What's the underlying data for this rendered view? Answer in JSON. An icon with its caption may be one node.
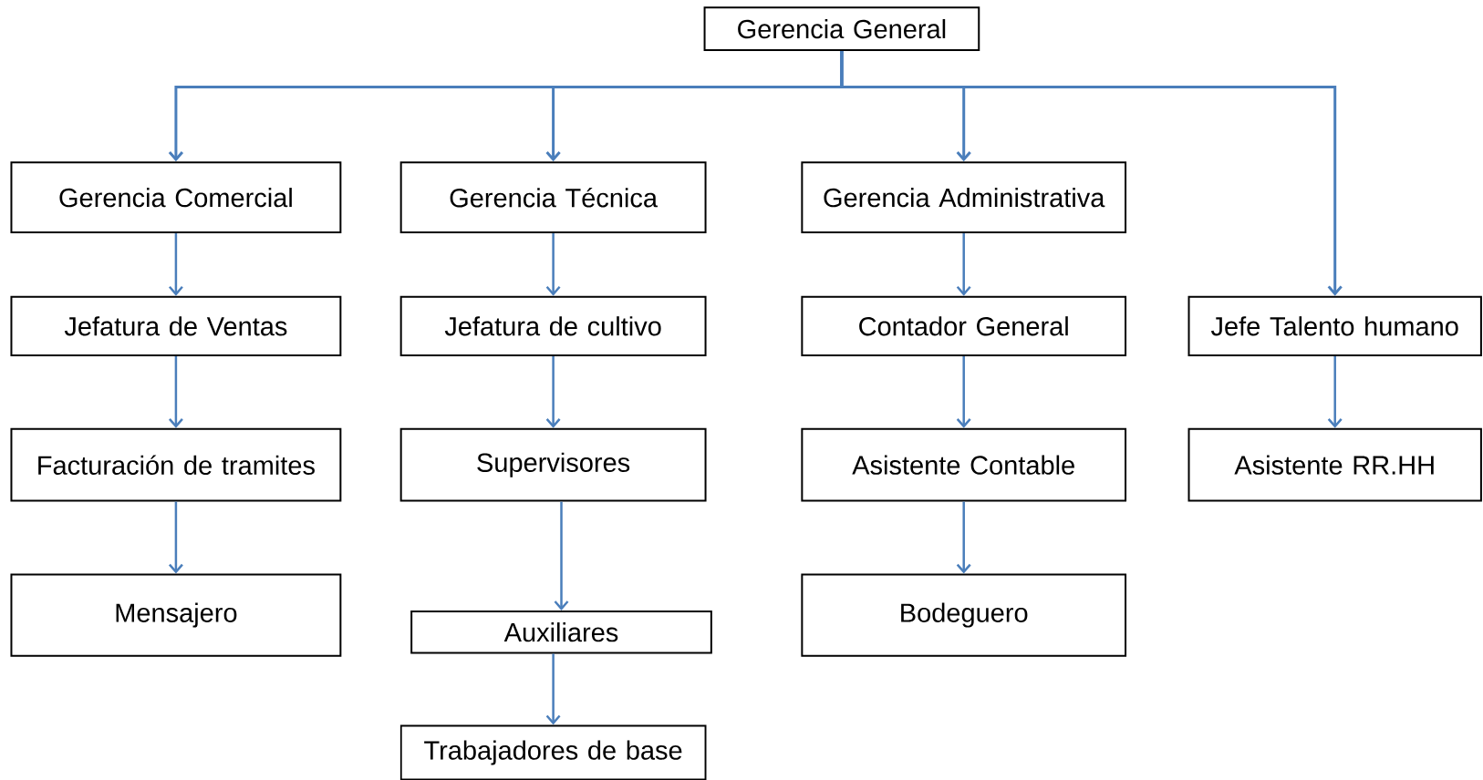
{
  "diagram": {
    "nodes": [
      {
        "text": [
          "Gerencia General"
        ]
      },
      {
        "text": [
          "Gerencia Comercial"
        ]
      },
      {
        "text": [
          "Gerencia Técnica"
        ]
      },
      {
        "text": [
          "Gerencia Administrativa"
        ]
      },
      {
        "text": [
          "Jefatura de Ventas"
        ]
      },
      {
        "text": [
          "Jefatura de cultivo"
        ]
      },
      {
        "text": [
          "Contador General"
        ]
      },
      {
        "text": [
          "Jefe Talento humano"
        ]
      },
      {
        "text": [
          "Facturación de tramites"
        ]
      },
      {
        "text": [
          "Supervisores"
        ]
      },
      {
        "text": [
          "Asistente Contable"
        ]
      },
      {
        "text": [
          "Asistente RR.HH"
        ]
      },
      {
        "text": [
          "Mensajero"
        ]
      },
      {
        "text": [
          "Auxiliares"
        ]
      },
      {
        "text": [
          "Bodeguero"
        ]
      },
      {
        "text": [
          "Trabajadores de base"
        ]
      }
    ],
    "edges": [
      {
        "from": 0,
        "to": 1,
        "arrow": "to"
      },
      {
        "from": 0,
        "to": 2,
        "arrow": "to"
      },
      {
        "from": 0,
        "to": 3,
        "arrow": "to"
      },
      {
        "from": 0,
        "to": 7,
        "arrow": "to"
      },
      {
        "from": 1,
        "to": 4,
        "arrow": "to"
      },
      {
        "from": 4,
        "to": 8,
        "arrow": "to"
      },
      {
        "from": 8,
        "to": 12,
        "arrow": "to"
      },
      {
        "from": 2,
        "to": 5,
        "arrow": "to"
      },
      {
        "from": 5,
        "to": 9,
        "arrow": "to"
      },
      {
        "from": 9,
        "to": 13,
        "arrow": "to"
      },
      {
        "from": 13,
        "to": 15,
        "arrow": "to"
      },
      {
        "from": 3,
        "to": 6,
        "arrow": "to"
      },
      {
        "from": 6,
        "to": 10,
        "arrow": "to"
      },
      {
        "from": 10,
        "to": 14,
        "arrow": "to"
      },
      {
        "from": 7,
        "to": 11,
        "arrow": "to"
      }
    ]
  }
}
